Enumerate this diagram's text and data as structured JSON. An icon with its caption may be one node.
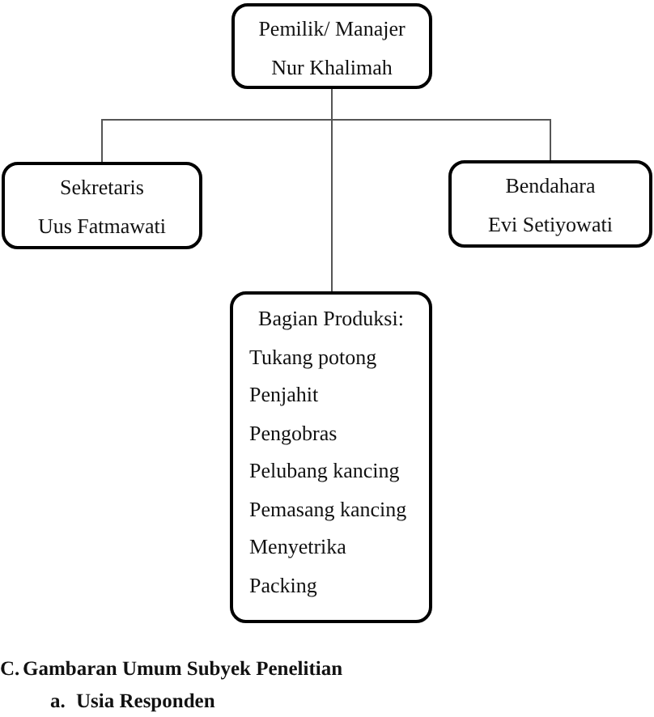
{
  "diagram": {
    "nodes": [
      {
        "text": [
          "Pemilik/ Manajer",
          "Nur Khalimah"
        ]
      },
      {
        "text": [
          "Sekretaris",
          "Uus Fatmawati"
        ]
      },
      {
        "text": [
          "Bendahara",
          "Evi Setiyowati"
        ]
      },
      {
        "text": [
          "Bagian Produksi:",
          "Tukang potong",
          "Penjahit",
          "Pengobras",
          "Pelubang kancing",
          "Pemasang kancing",
          "Menyetrika",
          "Packing"
        ]
      }
    ],
    "edges": [
      {
        "from": 0,
        "to": 1,
        "arrow": "none"
      },
      {
        "from": 0,
        "to": 2,
        "arrow": "none"
      },
      {
        "from": 0,
        "to": 3,
        "arrow": "none"
      }
    ],
    "labels": [
      "C.",
      "Gambaran Umum Subyek Penelitian",
      "a.",
      "Usia Responden"
    ]
  }
}
